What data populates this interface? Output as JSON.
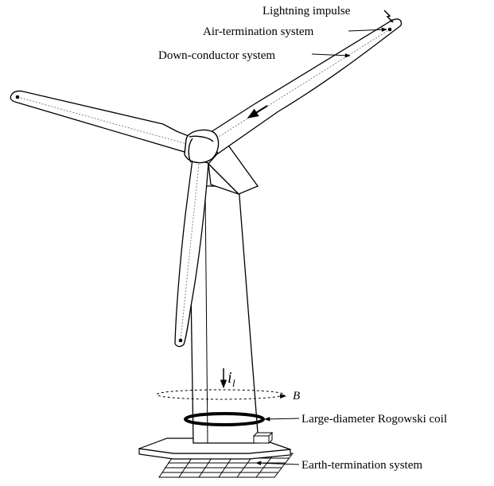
{
  "labels": {
    "lightning_impulse": "Lightning impulse",
    "air_termination": "Air-termination system",
    "down_conductor": "Down-conductor system",
    "rogowski_coil": "Large-diameter Rogowski coil",
    "earth_termination": "Earth-termination system"
  },
  "symbols": {
    "current": "i",
    "current_subscript": "l",
    "magnetic_field": "B"
  }
}
